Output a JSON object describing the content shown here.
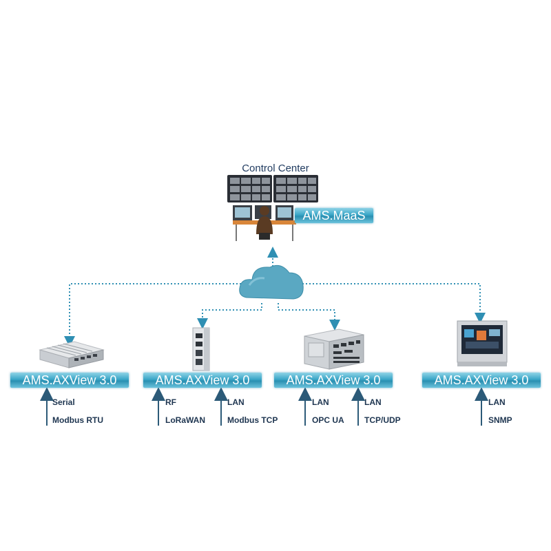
{
  "control_center": {
    "title": "Control Center",
    "badge": "AMS.MaaS"
  },
  "nodes": [
    {
      "badge": "AMS.AXView 3.0",
      "icon": "fanless-box-pc-icon",
      "protocols": [
        [
          "Serial",
          "Modbus RTU"
        ]
      ]
    },
    {
      "badge": "AMS.AXView 3.0",
      "icon": "din-rail-gateway-icon",
      "protocols": [
        [
          "RF",
          "LoRaWAN"
        ],
        [
          "LAN",
          "Modbus TCP"
        ]
      ]
    },
    {
      "badge": "AMS.AXView 3.0",
      "icon": "expandable-box-pc-icon",
      "protocols": [
        [
          "LAN",
          "OPC UA"
        ],
        [
          "LAN",
          "TCP/UDP"
        ]
      ]
    },
    {
      "badge": "AMS.AXView 3.0",
      "icon": "panel-pc-monitor-icon",
      "protocols": [
        [
          "LAN",
          "SNMP"
        ]
      ]
    }
  ],
  "colors": {
    "accent": "#3aa6c7",
    "link": "#2f8fb3",
    "arrow": "#2c5a78",
    "text": "#1e3550"
  }
}
